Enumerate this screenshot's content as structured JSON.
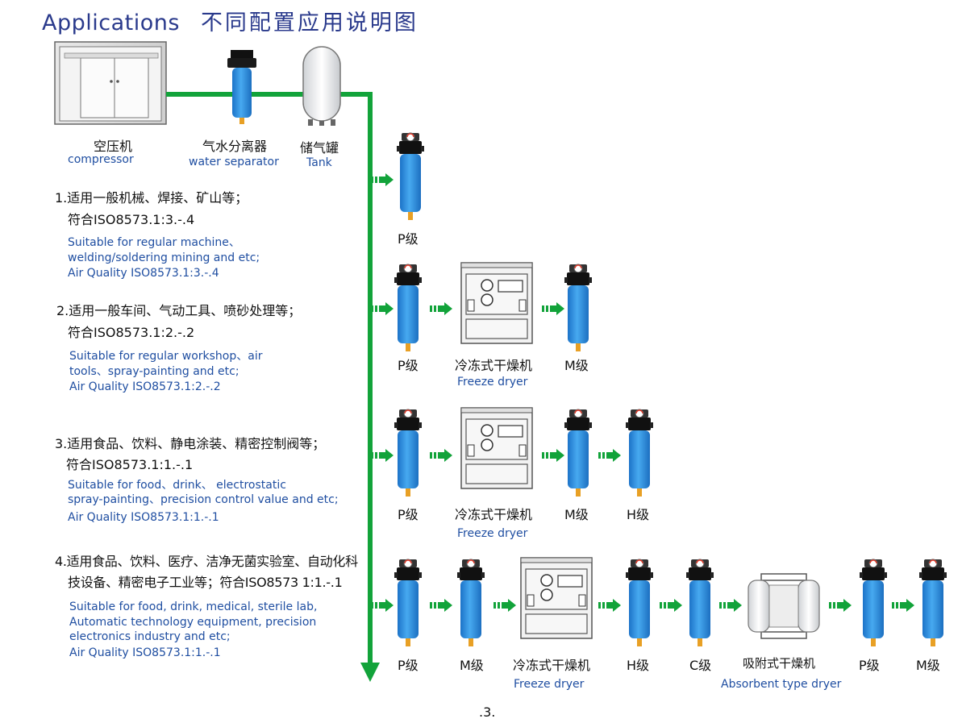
{
  "title": {
    "en": "Applications",
    "zh": "不同配置应用说明图"
  },
  "top_equipment": [
    {
      "zh": "空压机",
      "en": "compressor"
    },
    {
      "zh": "气水分离器",
      "en": "water separator"
    },
    {
      "zh": "储气罐",
      "en": "Tank"
    }
  ],
  "applications": [
    {
      "zh_line1": "1.适用一般机械、焊接、矿山等；",
      "zh_line2": "符合ISO8573.1:3.-.4",
      "en_line1": "Suitable for regular machine、",
      "en_line2": "welding/soldering mining and etc;",
      "en_line3": "Air Quality ISO8573.1:3.-.4",
      "chain": [
        "P级"
      ]
    },
    {
      "zh_line1": "2.适用一般车间、气动工具、喷砂处理等；",
      "zh_line2": "符合ISO8573.1:2.-.2",
      "en_line1": "Suitable for regular workshop、air",
      "en_line2": "tools、spray-painting  and  etc;",
      "en_line3": "Air Quality ISO8573.1:2.-.2",
      "chain": [
        "P级",
        "冷冻式干燥机",
        "M级"
      ],
      "chain_en": "Freeze dryer"
    },
    {
      "zh_line1": "3.适用食品、饮料、静电涂装、精密控制阀等；",
      "zh_line2": "符合ISO8573.1:1.-.1",
      "en_line1": "Suitable for food、drink、 electrostatic",
      "en_line2": "spray-painting、precision control value and etc;",
      "en_line3": "Air Quality ISO8573.1:1.-.1",
      "chain": [
        "P级",
        "冷冻式干燥机",
        "M级",
        "H级"
      ],
      "chain_en": "Freeze dryer"
    },
    {
      "zh_line1": "4.适用食品、饮料、医疗、洁净无菌实验室、自动化科",
      "zh_line2": "技设备、精密电子工业等；符合ISO8573 1:1.-.1",
      "en_line1": "Suitable for food,  drink,  medical,  sterile lab,",
      "en_line2": "Automatic technology equipment,  precision",
      "en_line3": "electronics industry and etc;",
      "en_line4": "Air Quality ISO8573.1:1.-.1",
      "chain": [
        "P级",
        "M级",
        "冷冻式干燥机",
        "H级",
        "C级",
        "吸附式干燥机",
        "P级",
        "M级"
      ],
      "chain_en": "Freeze dryer",
      "chain_en2": "Absorbent type dryer"
    }
  ],
  "page_number": ".3.",
  "colors": {
    "title": "#2a3a8c",
    "pipe": "#12a33a",
    "filter": "#2a8ee0",
    "en_text": "#1f4ea1"
  }
}
